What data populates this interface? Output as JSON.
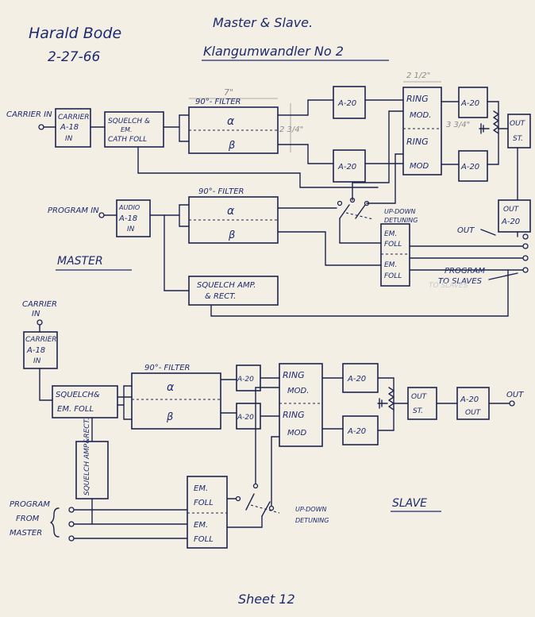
{
  "header": {
    "author": "Harald Bode",
    "date": "2-27-66",
    "title": "Master & Slave.",
    "subtitle": "Klangumwandler No 2"
  },
  "dimensions": {
    "width": "7\"",
    "height": "2 3/4\"",
    "ring_width": "2 1/2\"",
    "ring_height": "3 3/4\""
  },
  "master": {
    "section_label": "MASTER",
    "carrier_in": "CARRIER IN",
    "carrier_amp": [
      "CARRIER",
      "A-18",
      "IN"
    ],
    "squelch": [
      "SQUELCH &",
      "EM.",
      "CATH FOLL"
    ],
    "filter1_title": "90°- FILTER",
    "alpha": "α",
    "beta": "β",
    "a20": "A-20",
    "ring": [
      "RING",
      "MOD.",
      "RING",
      "MOD"
    ],
    "out_st": [
      "OUT",
      "ST."
    ],
    "program_in": "PROGRAM IN",
    "audio_amp": [
      "AUDIO",
      "A-18",
      "IN"
    ],
    "filter2_title": "90°- FILTER",
    "updown": [
      "UP-DOWN",
      "DETUNING"
    ],
    "em_foll": [
      "EM.",
      "FOLL",
      "EM.",
      "FOLL"
    ],
    "out_a20": [
      "OUT",
      "A-20"
    ],
    "out": "OUT",
    "program_to_slaves": [
      "PROGRAM",
      "TO SLAVES"
    ],
    "squelch_amp": [
      "SQUELCH AMP.",
      "& RECT."
    ]
  },
  "slave": {
    "section_label": "SLAVE",
    "carrier_in": [
      "CARRIER",
      "IN"
    ],
    "carrier_amp": [
      "CARRIER",
      "A-18",
      "IN"
    ],
    "squelch": [
      "SQUELCH&",
      "EM. FOLL"
    ],
    "filter_title": "90°- FILTER",
    "alpha": "α",
    "beta": "β",
    "a20": "A-20",
    "ring": [
      "RING",
      "MOD.",
      "RING",
      "MOD"
    ],
    "out_st": [
      "OUT",
      "ST."
    ],
    "out_a20": [
      "A-20",
      "OUT"
    ],
    "out": "OUT",
    "squelch_amp": "SQUELCH AMP&RECT.",
    "em_foll": [
      "EM.",
      "FOLL",
      "EM.",
      "FOLL"
    ],
    "updown": [
      "UP-DOWN",
      "DETUNING"
    ],
    "program_from_master": [
      "PROGRAM",
      "FROM",
      "MASTER"
    ]
  },
  "footer": {
    "sheet": "Sheet 12"
  },
  "ink_color": "#1d2450",
  "paper_color": "#f3efe4"
}
